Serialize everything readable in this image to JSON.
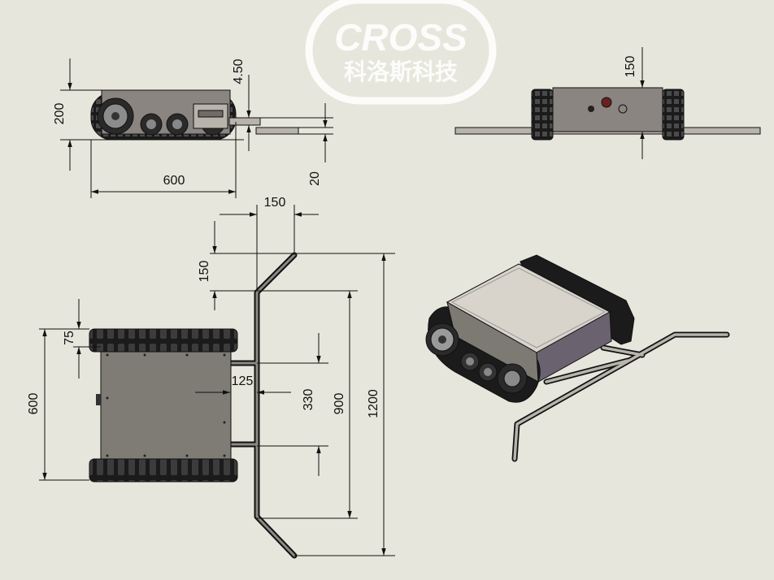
{
  "watermark": {
    "brand": "CROSS",
    "subtitle": "科洛斯科技"
  },
  "side_view": {
    "dims": {
      "height": "200",
      "offset": "4.50",
      "length": "600",
      "clearance": "20"
    }
  },
  "front_view": {
    "dims": {
      "height": "150"
    }
  },
  "top_view": {
    "dims": {
      "handle_width": "150",
      "handle_depth": "150",
      "track_width": "75",
      "body_width": "600",
      "offset": "125",
      "bar_span": "330",
      "inner_span": "900",
      "total_span": "1200"
    }
  },
  "colors": {
    "background": "#e6e6dc",
    "line": "#111111",
    "track": "#1e1e1e",
    "body_plate": "#7f7c76",
    "body_side": "#6b6270",
    "top_plate": "#d8d4cc"
  }
}
